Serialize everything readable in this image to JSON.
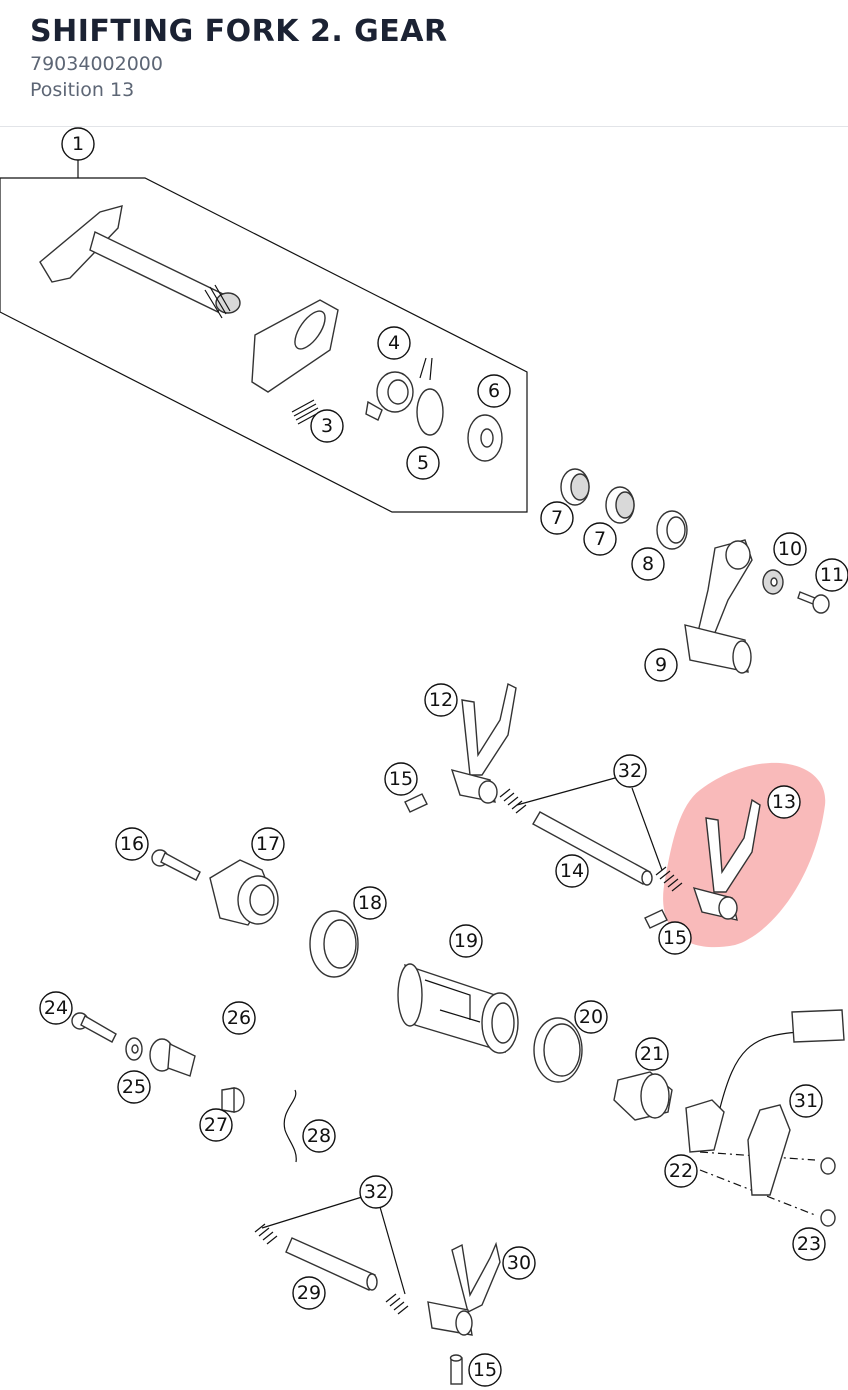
{
  "header": {
    "title": "SHIFTING FORK 2. GEAR",
    "part_number": "79034002000",
    "position": "Position 13"
  },
  "highlight": {
    "label": "13",
    "color": "#f05a5a"
  },
  "callouts": [
    {
      "id": "c1",
      "label": "1"
    },
    {
      "id": "c3",
      "label": "3"
    },
    {
      "id": "c4",
      "label": "4"
    },
    {
      "id": "c5",
      "label": "5"
    },
    {
      "id": "c6",
      "label": "6"
    },
    {
      "id": "c7a",
      "label": "7"
    },
    {
      "id": "c7b",
      "label": "7"
    },
    {
      "id": "c8",
      "label": "8"
    },
    {
      "id": "c9",
      "label": "9"
    },
    {
      "id": "c10",
      "label": "10"
    },
    {
      "id": "c11",
      "label": "11"
    },
    {
      "id": "c12",
      "label": "12"
    },
    {
      "id": "c13",
      "label": "13"
    },
    {
      "id": "c14",
      "label": "14"
    },
    {
      "id": "c15a",
      "label": "15"
    },
    {
      "id": "c15b",
      "label": "15"
    },
    {
      "id": "c15c",
      "label": "15"
    },
    {
      "id": "c16",
      "label": "16"
    },
    {
      "id": "c17",
      "label": "17"
    },
    {
      "id": "c18",
      "label": "18"
    },
    {
      "id": "c19",
      "label": "19"
    },
    {
      "id": "c20",
      "label": "20"
    },
    {
      "id": "c21",
      "label": "21"
    },
    {
      "id": "c22",
      "label": "22"
    },
    {
      "id": "c23",
      "label": "23"
    },
    {
      "id": "c24",
      "label": "24"
    },
    {
      "id": "c25",
      "label": "25"
    },
    {
      "id": "c26",
      "label": "26"
    },
    {
      "id": "c27",
      "label": "27"
    },
    {
      "id": "c28",
      "label": "28"
    },
    {
      "id": "c29",
      "label": "29"
    },
    {
      "id": "c30",
      "label": "30"
    },
    {
      "id": "c31",
      "label": "31"
    },
    {
      "id": "c32a",
      "label": "32"
    },
    {
      "id": "c32b",
      "label": "32"
    }
  ]
}
